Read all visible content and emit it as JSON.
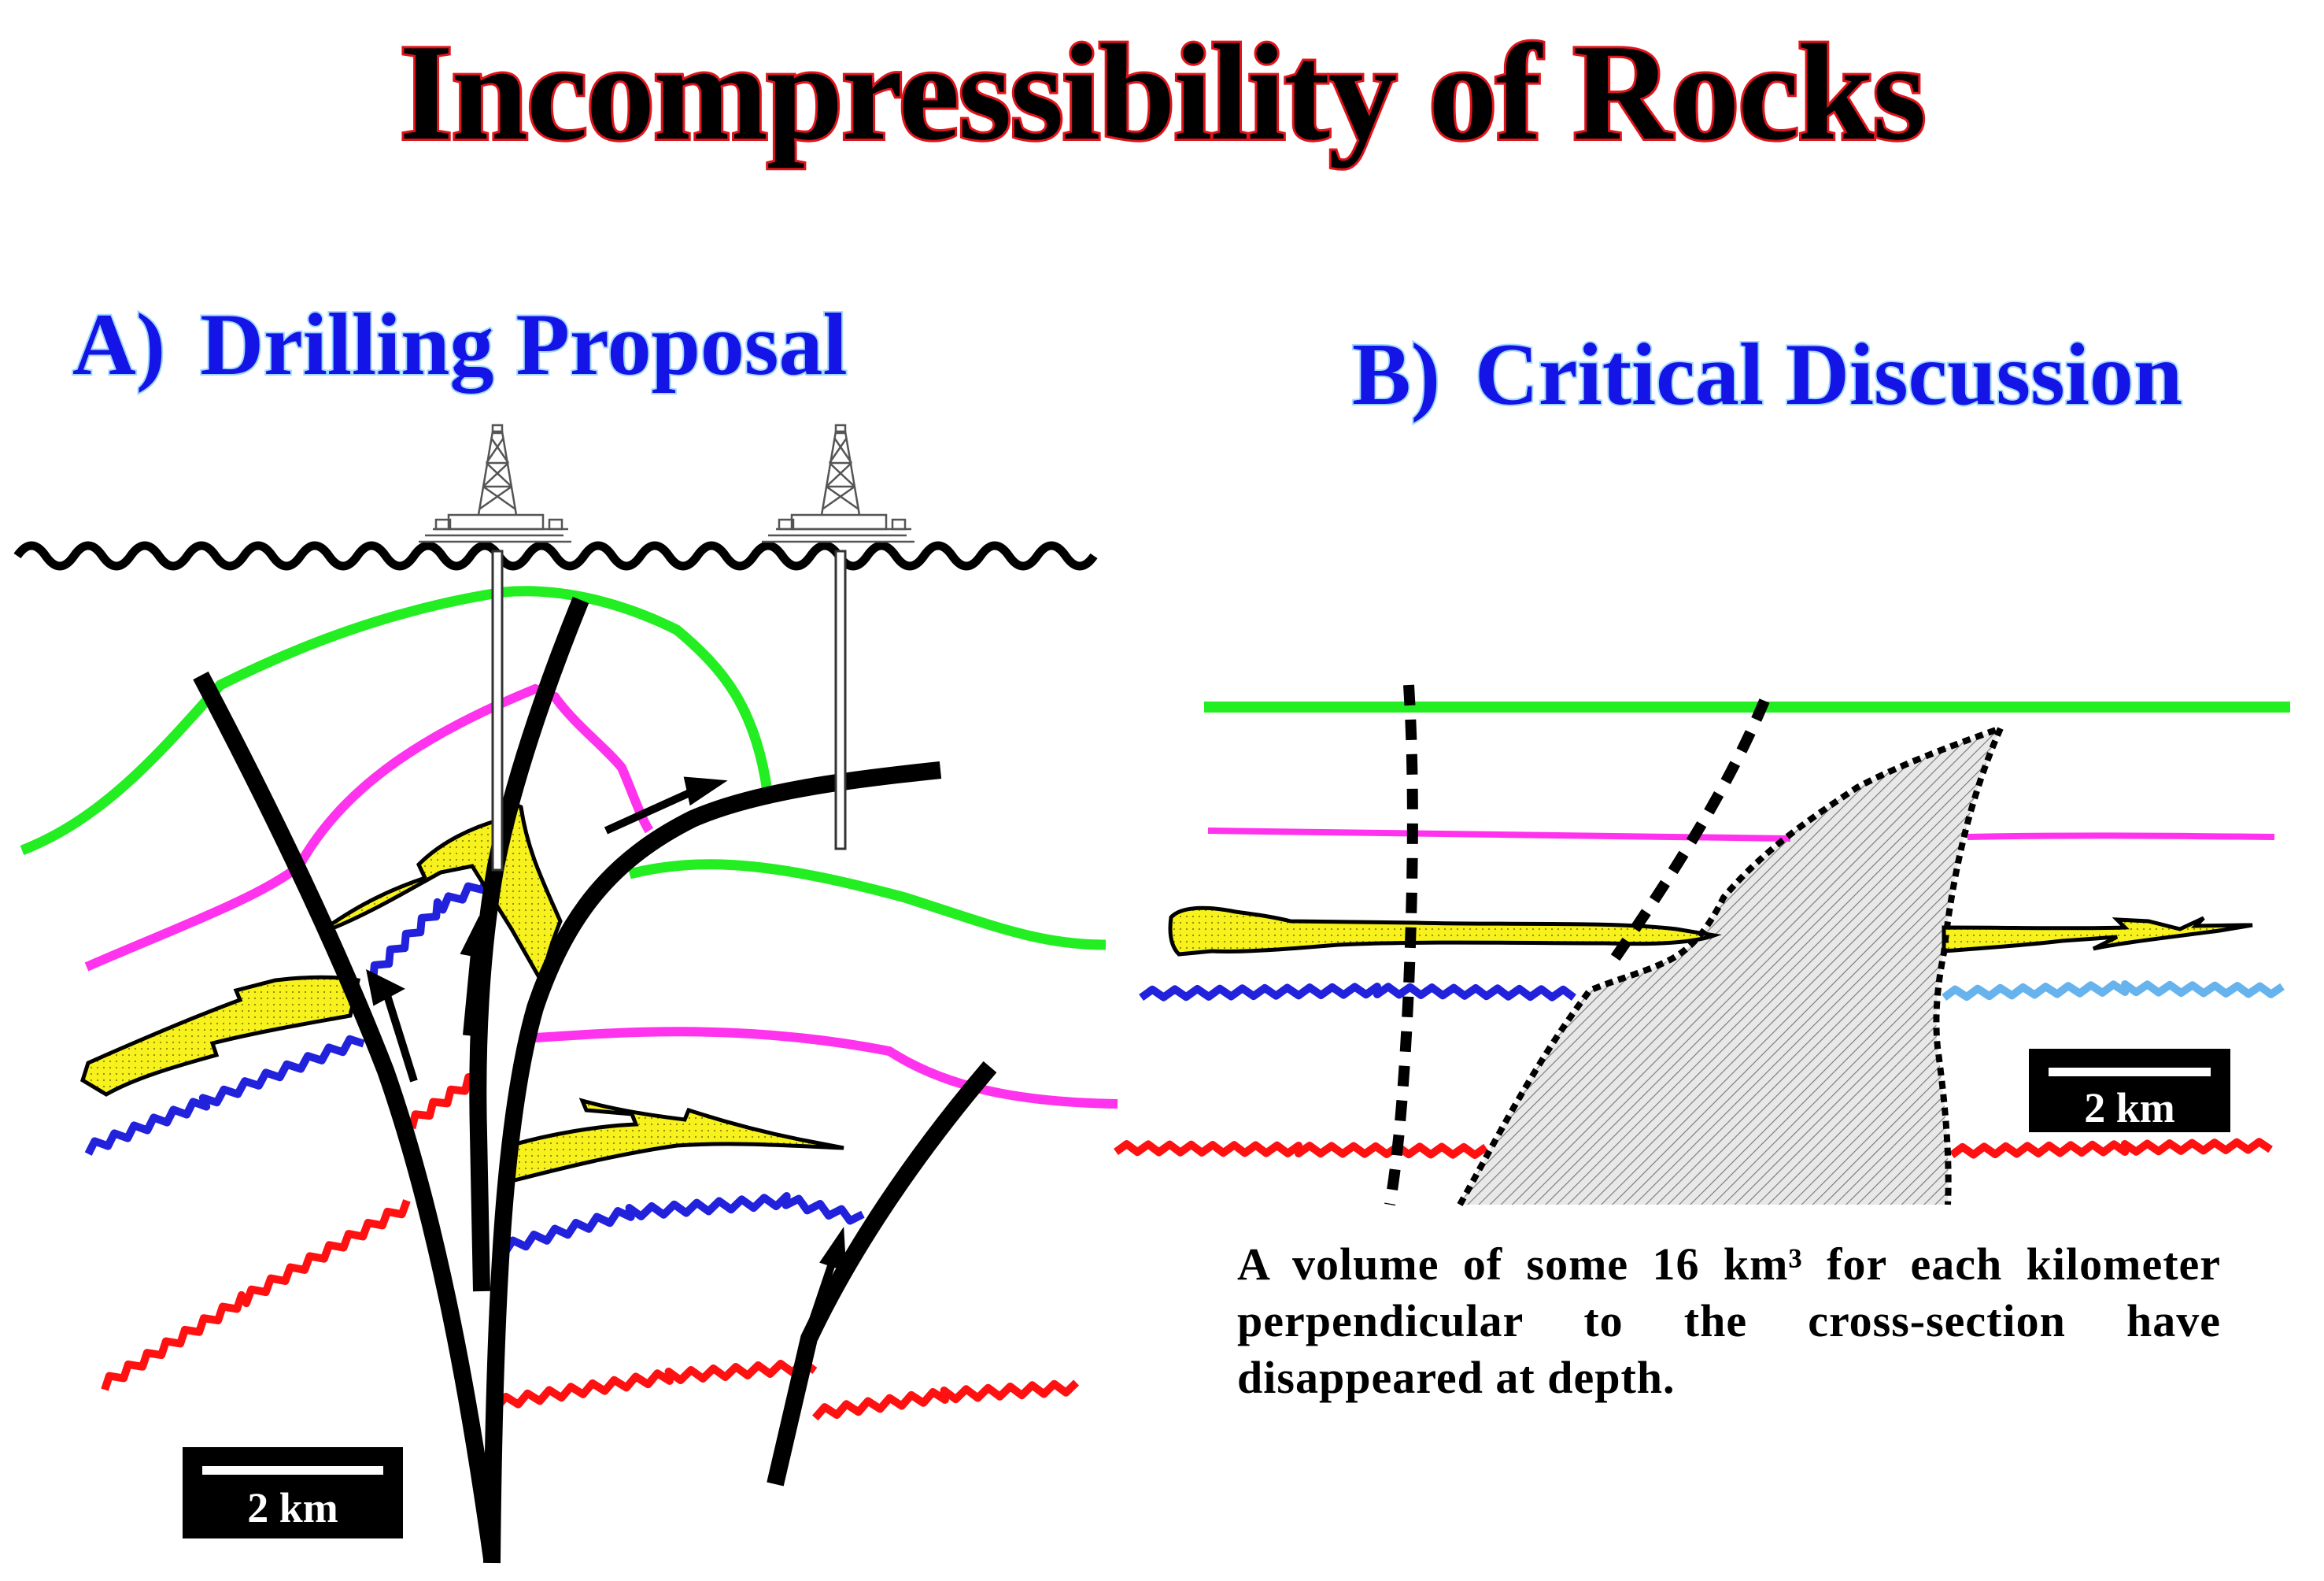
{
  "title": "Incompressibility of Rocks",
  "panel_a": {
    "label": "A)",
    "title": "Drilling Proposal",
    "scale_label": "2 km"
  },
  "panel_b": {
    "label": "B)",
    "title": "Critical Discussion",
    "scale_label": "2 km"
  },
  "caption": "A volume of some 16 km³ for each kilometer perpendicular to the cross-section have disappeared at depth.",
  "colors": {
    "title_fill": "#000000",
    "title_outline": "#e0141b",
    "panel_title": "#1414e6",
    "horizon_green": "#22ee22",
    "horizon_magenta": "#ff33ee",
    "horizon_blue": "#2222dd",
    "horizon_light_blue": "#66b3ee",
    "horizon_red": "#ff1111",
    "sand_yellow": "#f7f21e",
    "fault_black": "#000000"
  }
}
